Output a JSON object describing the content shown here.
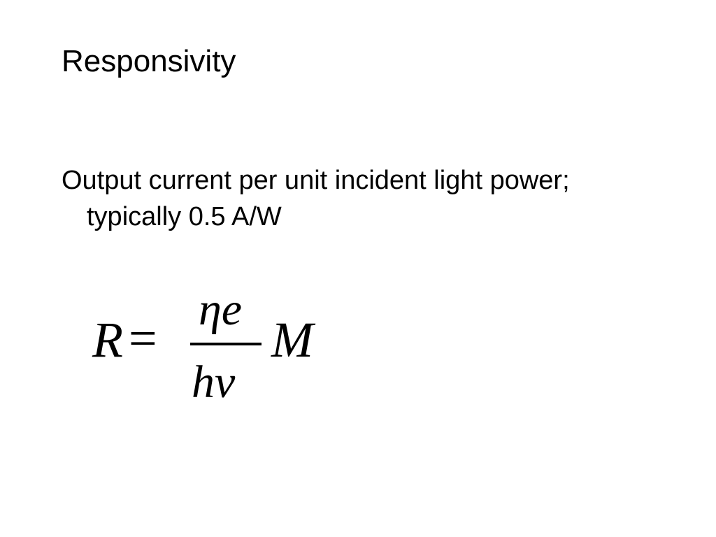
{
  "slide": {
    "title": "Responsivity",
    "body": "Output current per unit incident light power; typically 0.5 A/W"
  },
  "equation": {
    "lhs": "R",
    "equals": "=",
    "numerator": "ηe",
    "denominator": "hν",
    "factor": "M"
  }
}
